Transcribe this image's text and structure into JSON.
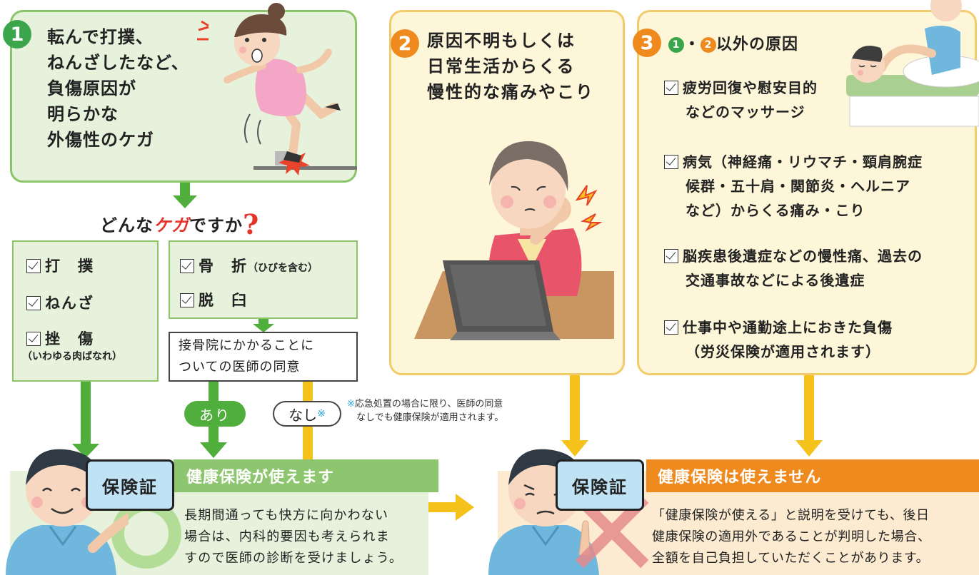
{
  "case1": {
    "number": "1",
    "title_lines": [
      "転んで打撲、",
      "ねんざしたなど、",
      "負傷原因が",
      "明らかな",
      "外傷性のケガ"
    ]
  },
  "case2": {
    "number": "2",
    "title_lines": [
      "原因不明もしくは",
      "日常生活からくる",
      "慢性的な痛みやこり"
    ]
  },
  "case3": {
    "number": "3",
    "title_mini1": "1",
    "title_dot": "・",
    "title_mini2": "2",
    "title_text": "以外の原因",
    "items": [
      {
        "lines": [
          "疲労回復や慰安目的",
          "などのマッサージ"
        ]
      },
      {
        "lines": [
          "病気（神経痛・リウマチ・頸肩腕症",
          "候群・五十肩・関節炎・ヘルニア",
          "など）からくる痛み・こり"
        ]
      },
      {
        "lines": [
          "脳疾患後遺症などの慢性痛、過去の",
          "交通事故などによる後遺症"
        ]
      },
      {
        "lines": [
          "仕事中や通勤途上におきた負傷",
          "（労災保険が適用されます）"
        ]
      }
    ]
  },
  "question": {
    "pre": "どんな",
    "highlight": "ケガ",
    "post": "ですか",
    "mark": "?"
  },
  "injury_list_a": {
    "items": [
      "打　撲",
      "ねんざ",
      "挫　傷"
    ],
    "note": "（いわゆる肉ばなれ）"
  },
  "injury_list_b": {
    "items": [
      "骨　折",
      "脱　臼"
    ],
    "note": "（ひびを含む）"
  },
  "consent": {
    "lines": [
      "接骨院にかかることに",
      "ついての医師の同意"
    ]
  },
  "consent_yes": "あり",
  "consent_no": "なし",
  "consent_no_mark": "※",
  "footnote": {
    "mark": "※",
    "line1": "応急処置の場合に限り、医師の同意",
    "line2": "なしでも健康保険が適用されます。"
  },
  "result_yes": {
    "card": "保険証",
    "heading": "健康保険が使えます",
    "lines": [
      "長期間通っても快方に向かわない",
      "場合は、内科的要因も考えられま",
      "すので医師の診断を受けましょう。"
    ]
  },
  "result_no": {
    "card": "保険証",
    "heading": "健康保険は使えません",
    "lines": [
      "「健康保険が使える」と説明を受けても、後日",
      "健康保険の適用外であることが判明した場合、",
      "全額を自己負担していただくことがあります。"
    ]
  },
  "colors": {
    "green": "#3aa54a",
    "orange": "#ef8a1f",
    "yellow": "#f5c21b",
    "question_red": "#e4342a"
  }
}
